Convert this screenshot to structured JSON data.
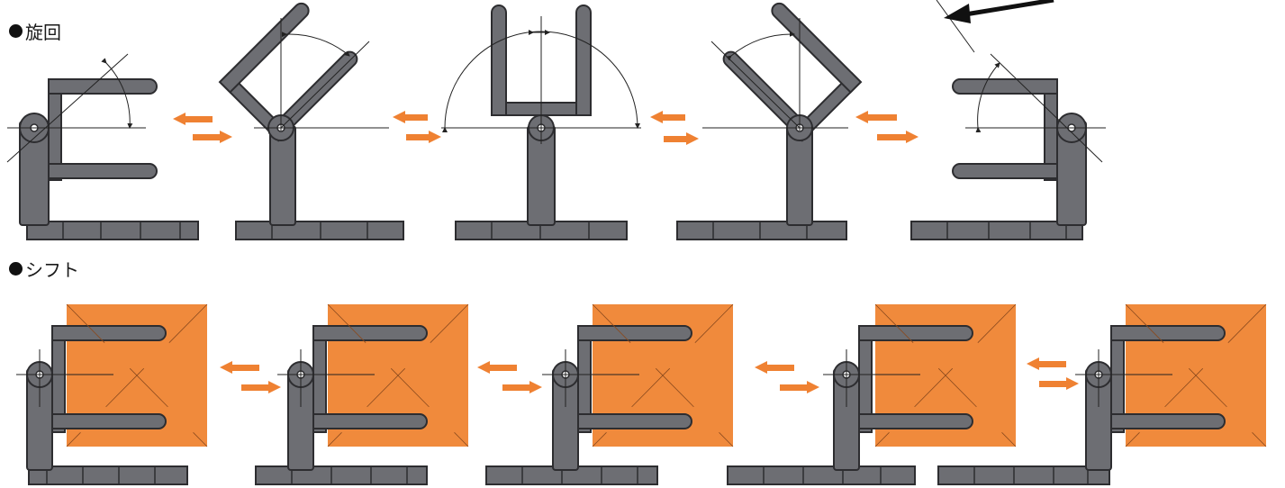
{
  "rotation_section": {
    "label": "旋回"
  },
  "shift_section": {
    "label": "シフト"
  },
  "colors": {
    "frame": "#6d6e73",
    "frame_stroke": "#2d2d30",
    "arrow": "#ef8132",
    "load": "#ef8432",
    "line": "#222222"
  },
  "rotation_states": [
    {
      "state": "left-90"
    },
    {
      "state": "left-45"
    },
    {
      "state": "center"
    },
    {
      "state": "right-45"
    },
    {
      "state": "right-90"
    }
  ],
  "shift_states": [
    {
      "state": "shift-1"
    },
    {
      "state": "shift-2"
    },
    {
      "state": "shift-3"
    },
    {
      "state": "shift-4"
    },
    {
      "state": "shift-5"
    }
  ],
  "icons": [
    "bidirectional-arrow-icon",
    "pointer-arrow-icon"
  ]
}
